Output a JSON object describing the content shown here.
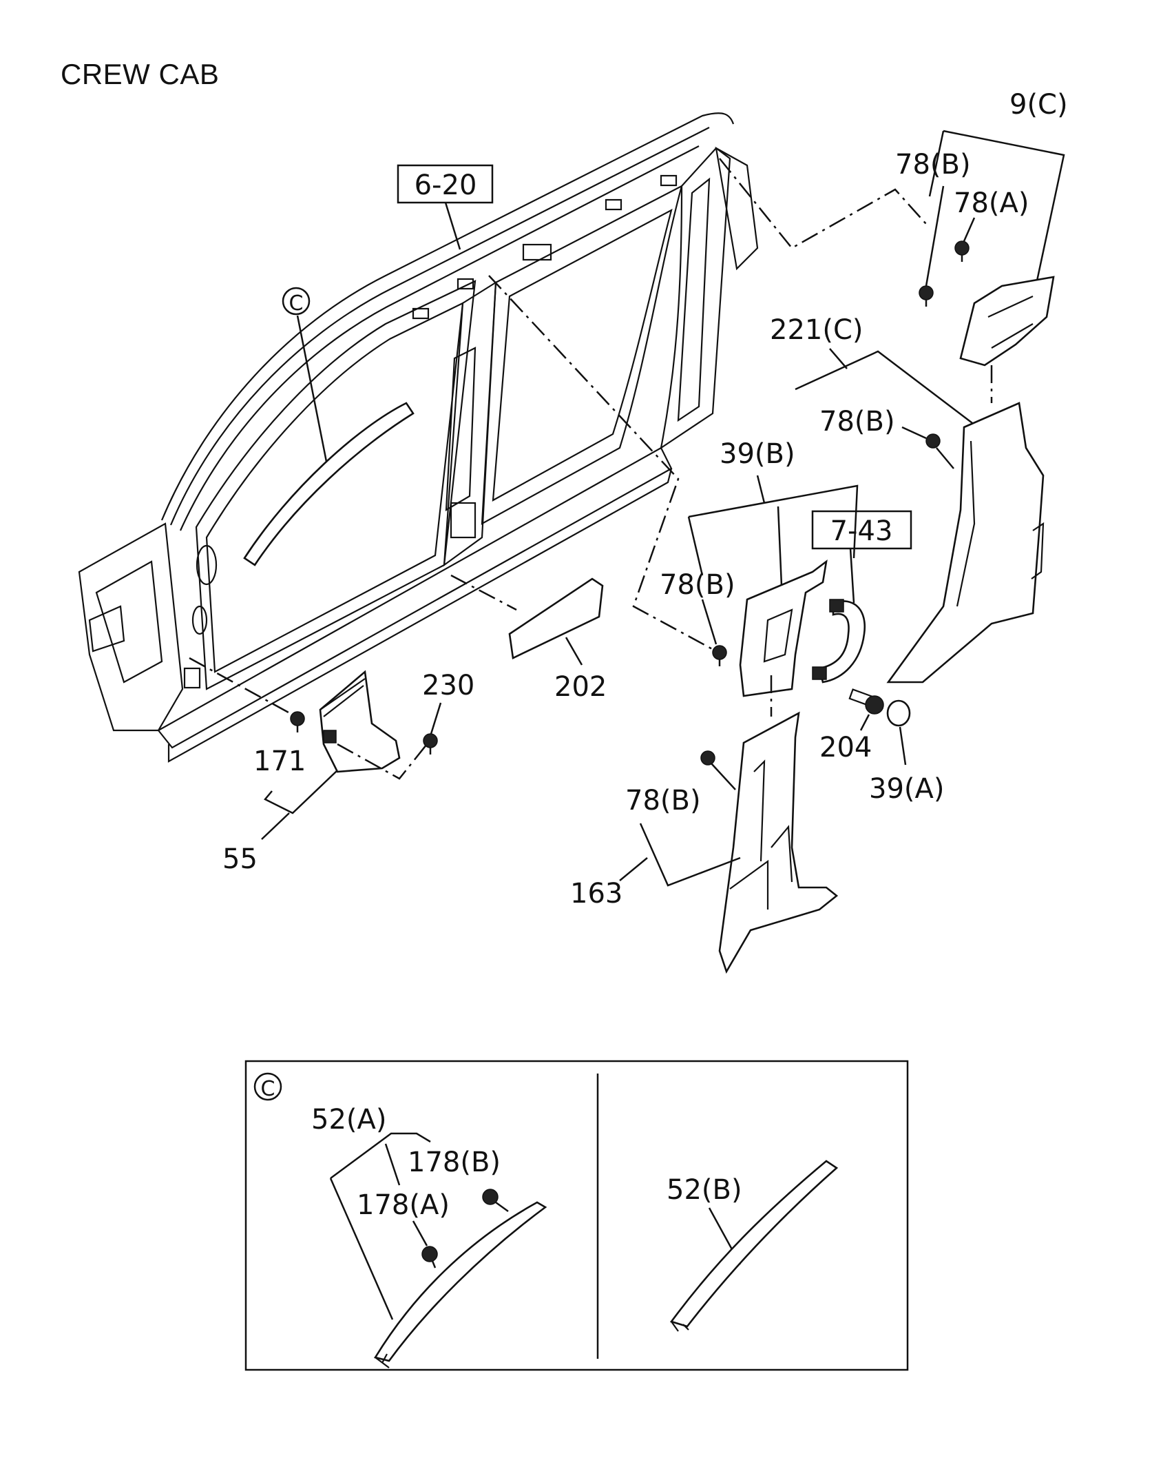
{
  "title": "CREW CAB",
  "references": {
    "body_ref": "6-20",
    "handle_ref": "7-43"
  },
  "callout_marker": "C",
  "labels": {
    "p9c": "9(C)",
    "p78b_top": "78(B)",
    "p78a_top": "78(A)",
    "p221c": "221(C)",
    "p78b_221": "78(B)",
    "p39b": "39(B)",
    "p78b_39": "78(B)",
    "p202": "202",
    "p230": "230",
    "p171": "171",
    "p55": "55",
    "p204": "204",
    "p39a": "39(A)",
    "p78b_163": "78(B)",
    "p163": "163"
  },
  "inset": {
    "marker": "C",
    "left": {
      "p52a": "52(A)",
      "p178b": "178(B)",
      "p178a": "178(A)"
    },
    "right": {
      "p52b": "52(B)"
    }
  }
}
